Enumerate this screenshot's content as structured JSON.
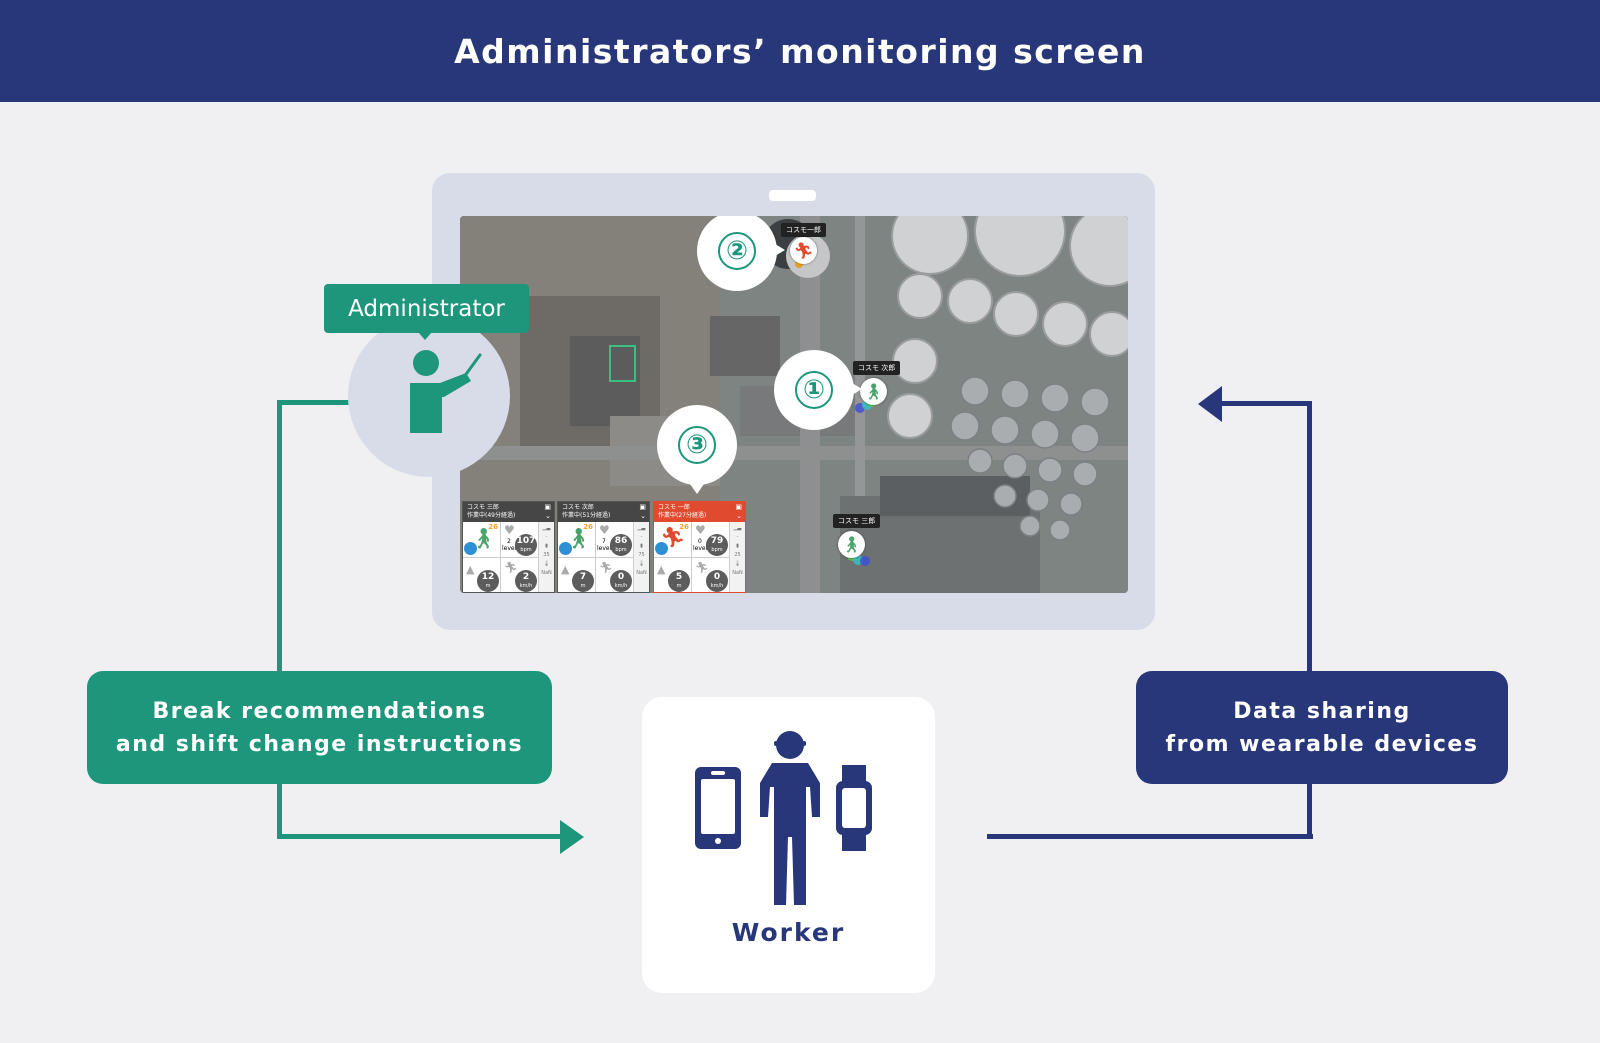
{
  "header": {
    "title": "Administrators’ monitoring screen"
  },
  "colors": {
    "navy": "#283779",
    "green": "#1e967c",
    "alert": "#e04a2f",
    "background": "#f0f0f3",
    "tablet": "#d8dce8"
  },
  "administrator": {
    "label": "Administrator",
    "icon": "person-pointing-icon"
  },
  "worker": {
    "label": "Worker",
    "icons": [
      "smartphone-icon",
      "worker-helmet-icon",
      "smartwatch-icon"
    ]
  },
  "flows": {
    "left": {
      "label_line1": "Break recommendations",
      "label_line2": "and shift change instructions"
    },
    "right": {
      "label_line1": "Data sharing",
      "label_line2": "from wearable devices"
    }
  },
  "map": {
    "callouts": [
      {
        "number": "①"
      },
      {
        "number": "②"
      },
      {
        "number": "③"
      }
    ],
    "pins": [
      {
        "name": "コスモ一郎",
        "status": "alert"
      },
      {
        "name": "コスモ 次郎",
        "status": "normal"
      },
      {
        "name": "コスモ 三郎",
        "status": "normal"
      }
    ]
  },
  "cards": [
    {
      "name": "コスモ 三郎",
      "status": "作業中(49分経過)",
      "temp": "26",
      "level": "2",
      "level_unit": "level",
      "bpm": "107",
      "bpm_unit": "bpm",
      "height": "12",
      "height_unit": "m",
      "speed": "2",
      "speed_unit": "km/h",
      "battery": "35",
      "thermo": "NaN",
      "alert": false
    },
    {
      "name": "コスモ 次郎",
      "status": "作業中(51分経過)",
      "temp": "26",
      "level": "7",
      "level_unit": "level",
      "bpm": "86",
      "bpm_unit": "bpm",
      "height": "7",
      "height_unit": "m",
      "speed": "0",
      "speed_unit": "km/h",
      "battery": "75",
      "thermo": "NaN",
      "alert": false
    },
    {
      "name": "コスモ 一郎",
      "status": "作業中(27分経過)",
      "temp": "26",
      "level": "0",
      "level_unit": "level",
      "bpm": "79",
      "bpm_unit": "bpm",
      "height": "5",
      "height_unit": "m",
      "speed": "0",
      "speed_unit": "km/h",
      "battery": "25",
      "thermo": "NaN",
      "alert": true
    }
  ]
}
